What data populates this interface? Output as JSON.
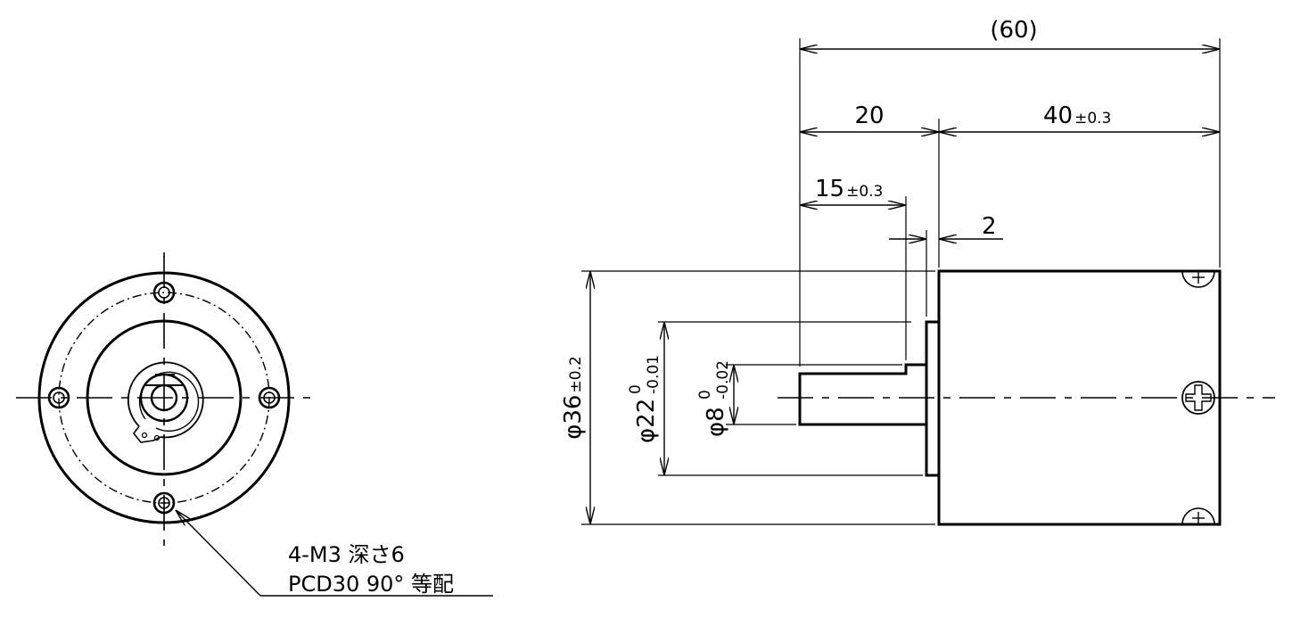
{
  "front_view": {
    "note_line1": "4-M3 深さ6",
    "note_line2": "PCD30 90° 等配"
  },
  "side_view": {
    "dim_overall": "(60)",
    "dim_shaft_ext_num": "20",
    "dim_body_num": "40",
    "dim_body_tol": "±0.3",
    "dim_shaft_num": "15",
    "dim_shaft_tol": "±0.3",
    "dim_flange": "2",
    "dia_body_num": "φ36",
    "dia_body_tol": "±0.2",
    "dia_boss_num": "φ22",
    "dia_boss_tol_upper": "0",
    "dia_boss_tol_lower": "-0.01",
    "dia_shaft_num": "φ8",
    "dia_shaft_tol_upper": "0",
    "dia_shaft_tol_lower": "-0.02"
  }
}
